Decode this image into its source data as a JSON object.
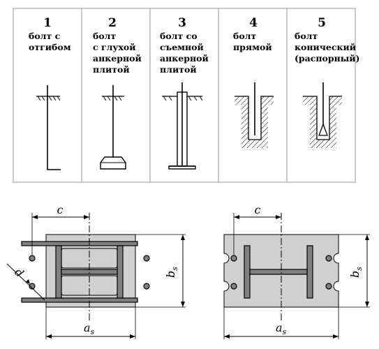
{
  "bolt_types": [
    {
      "number": "1",
      "lines": [
        "болт с",
        "отгибом"
      ],
      "icon": "bent-bolt-icon"
    },
    {
      "number": "2",
      "lines": [
        "болт",
        "с глухой",
        "анкерной",
        "плитой"
      ],
      "icon": "blind-anchor-plate-bolt-icon"
    },
    {
      "number": "3",
      "lines": [
        "болт со",
        "съемной",
        "анкерной",
        "плитой"
      ],
      "icon": "removable-anchor-plate-bolt-icon"
    },
    {
      "number": "4",
      "lines": [
        "болт",
        "прямой"
      ],
      "icon": "straight-bolt-icon"
    },
    {
      "number": "5",
      "lines": [
        "болт",
        "конический",
        "(распорный)"
      ],
      "icon": "conical-expansion-bolt-icon"
    }
  ],
  "plan_left": {
    "dim_c": "c",
    "dim_d": "d",
    "dim_b": "b",
    "dim_b_sub": "s",
    "dim_a": "a",
    "dim_a_sub": "s"
  },
  "plan_right": {
    "dim_c": "c",
    "dim_b": "b",
    "dim_b_sub": "s",
    "dim_a": "a",
    "dim_a_sub": "s"
  },
  "colors": {
    "plate": "#d0d0d0",
    "steel": "#808080",
    "line": "#000000"
  }
}
